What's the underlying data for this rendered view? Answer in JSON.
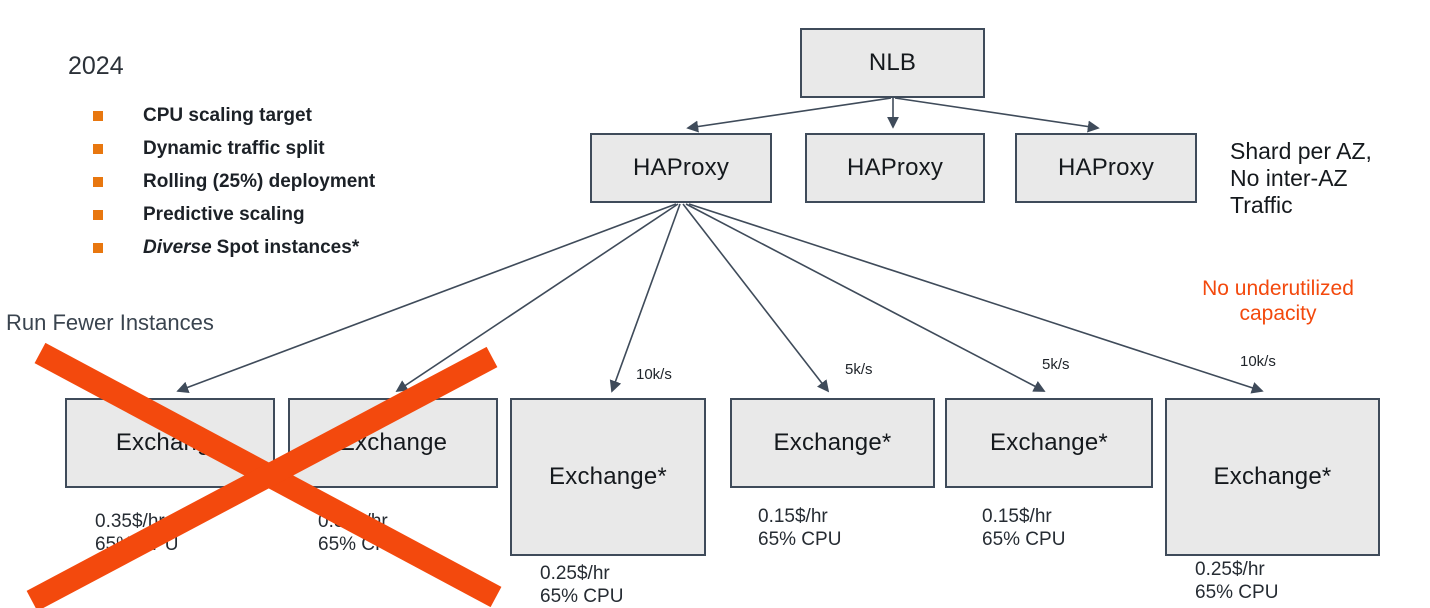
{
  "title": {
    "year": "2024"
  },
  "bullets": [
    {
      "label": "CPU scaling target"
    },
    {
      "label": "Dynamic traffic split"
    },
    {
      "label": "Rolling (25%) deployment"
    },
    {
      "label": "Predictive scaling"
    },
    {
      "italic": "Diverse",
      "rest": "Spot instances*"
    }
  ],
  "labels": {
    "run_fewer": "Run Fewer Instances",
    "shard_note": "Shard per AZ,\nNo inter-AZ\nTraffic",
    "warning_note": "No underutilized\ncapacity"
  },
  "nodes": {
    "nlb": {
      "label": "NLB"
    },
    "haproxy": [
      {
        "label": "HAProxy"
      },
      {
        "label": "HAProxy"
      },
      {
        "label": "HAProxy"
      }
    ],
    "exchange": [
      {
        "label": "Exchange",
        "cost": "0.35$/hr",
        "cpu": "65% CPU"
      },
      {
        "label": "Exchange",
        "cost": "0.35$/hr",
        "cpu": "65% CPU"
      },
      {
        "label": "Exchange*",
        "cost": "0.25$/hr",
        "cpu": "65% CPU",
        "rate": "10k/s"
      },
      {
        "label": "Exchange*",
        "cost": "0.15$/hr",
        "cpu": "65% CPU",
        "rate": "5k/s"
      },
      {
        "label": "Exchange*",
        "cost": "0.15$/hr",
        "cpu": "65% CPU",
        "rate": "5k/s"
      },
      {
        "label": "Exchange*",
        "cost": "0.25$/hr",
        "cpu": "65% CPU",
        "rate": "10k/s"
      }
    ]
  },
  "colors": {
    "box_fill": "#e9e9e9",
    "box_border": "#3f4b5a",
    "arrow": "#3f4b5a",
    "bullet_marker": "#e8770f",
    "crossout": "#f3490d",
    "warning_text": "#f3490d",
    "text": "#21262b"
  }
}
